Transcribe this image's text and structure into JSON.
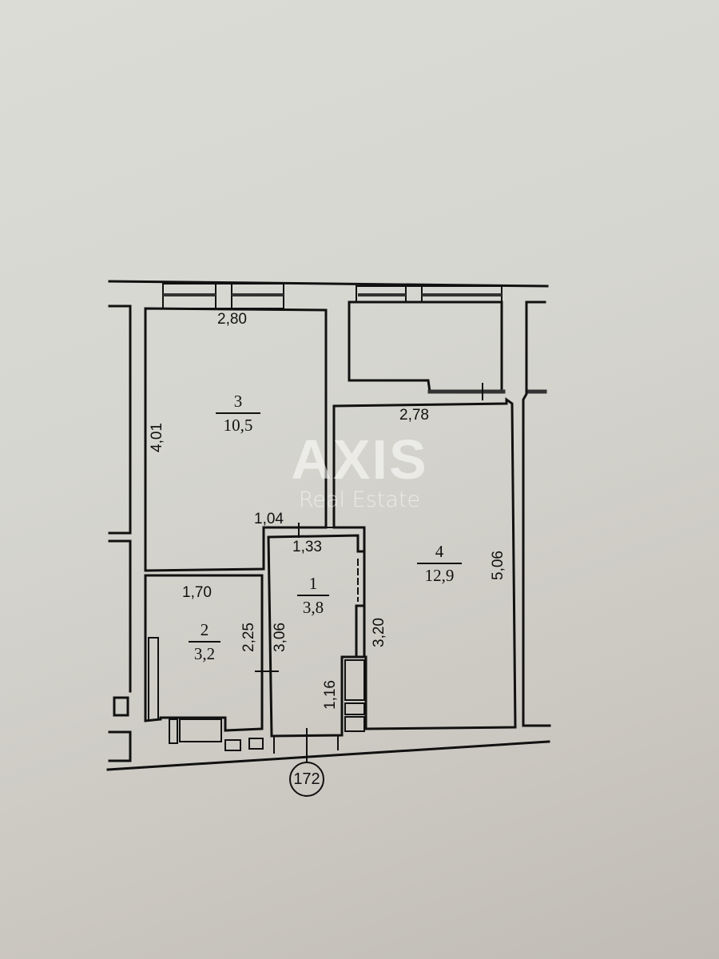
{
  "plan": {
    "axis_marker": "172",
    "rooms": [
      {
        "id": "1",
        "number": "1",
        "area": "3,8"
      },
      {
        "id": "2",
        "number": "2",
        "area": "3,2"
      },
      {
        "id": "3",
        "number": "3",
        "area": "10,5"
      },
      {
        "id": "4",
        "number": "4",
        "area": "12,9"
      }
    ],
    "dimensions": {
      "room3_width": "2,80",
      "room3_height": "4,01",
      "room4_width": "2,78",
      "room4_height": "5,06",
      "corridor_top": "1,04",
      "room1_width": "1,33",
      "room2_width": "1,70",
      "room2_height": "2,25",
      "room1_height": "3,06",
      "room4_partial": "3,20",
      "room1_niche": "1,16"
    }
  },
  "watermark": {
    "brand": "AXIS",
    "subtitle": "Real Estate"
  },
  "colors": {
    "paper": "#d8d8d2",
    "ink": "#111111"
  }
}
